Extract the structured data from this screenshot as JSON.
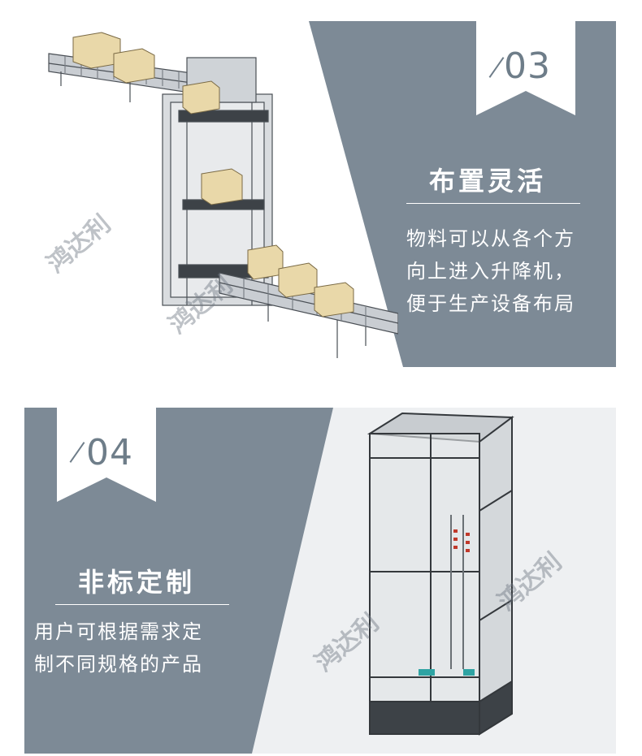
{
  "sections": [
    {
      "number": "03",
      "title": "布置灵活",
      "lines": [
        "物料可以从各个方",
        "向上进入升降机，",
        "便于生产设备布局"
      ]
    },
    {
      "number": "04",
      "title": "非标定制",
      "lines": [
        "用户可根据需求定",
        "制不同规格的产品"
      ]
    }
  ],
  "watermark": "鸿达利",
  "colors": {
    "slate": "#7d8a96",
    "badge_text": "#6e7d89"
  },
  "icons": [
    "conveyor-lift-render",
    "tower-lift-render"
  ]
}
